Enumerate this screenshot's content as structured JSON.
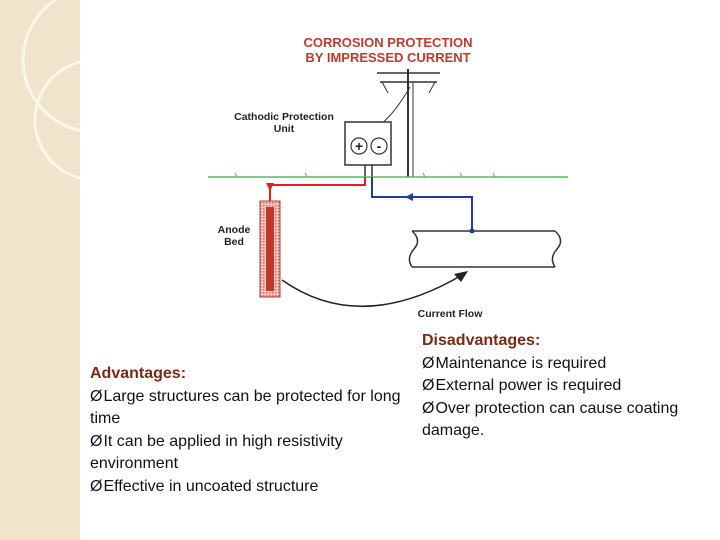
{
  "diagram": {
    "title_line1": "CORROSION PROTECTION",
    "title_line2": "BY IMPRESSED CURRENT",
    "unit_label_line1": "Cathodic Protection",
    "unit_label_line2": "Unit",
    "plus_sign": "+",
    "minus_sign": "-",
    "anode_label_line1": "Anode",
    "anode_label_line2": "Bed",
    "current_label": "Current Flow",
    "colors": {
      "title": "#c0392b",
      "ground": "#5cb85c",
      "anode_wire": "#e0201a",
      "pipe_wire": "#1f3fa0",
      "anode_fill": "#c0392b"
    }
  },
  "advantages": {
    "heading": "Advantages:",
    "items": [
      "Large structures can be protected for long time",
      "It can be applied in high resistivity environment",
      "Effective in uncoated structure"
    ]
  },
  "disadvantages": {
    "heading": "Disadvantages:",
    "items": [
      "Maintenance is required",
      "External power is required",
      "Over protection can cause coating damage."
    ]
  },
  "bullet_glyph": "Ø"
}
